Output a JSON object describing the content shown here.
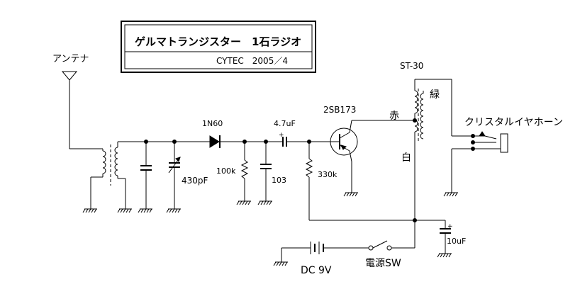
{
  "title_box": {
    "title": "ゲルマトランジスター　1石ラジオ",
    "credit": "CYTEC　2005／4"
  },
  "components": {
    "antenna": "アンテナ",
    "diode": "1N60",
    "capacitor_coupling": "4.7uF",
    "transistor": "2SB173",
    "transformer": "ST-30",
    "variable_cap": "430pF",
    "resistor_load": "100k",
    "capacitor_filter": "103",
    "resistor_bias": "330k",
    "wire_red": "赤",
    "wire_white": "白",
    "wire_green": "緑",
    "earphone": "クリスタルイヤホーン",
    "battery": "DC 9V",
    "switch": "電源SW",
    "capacitor_bypass": "10uF"
  }
}
